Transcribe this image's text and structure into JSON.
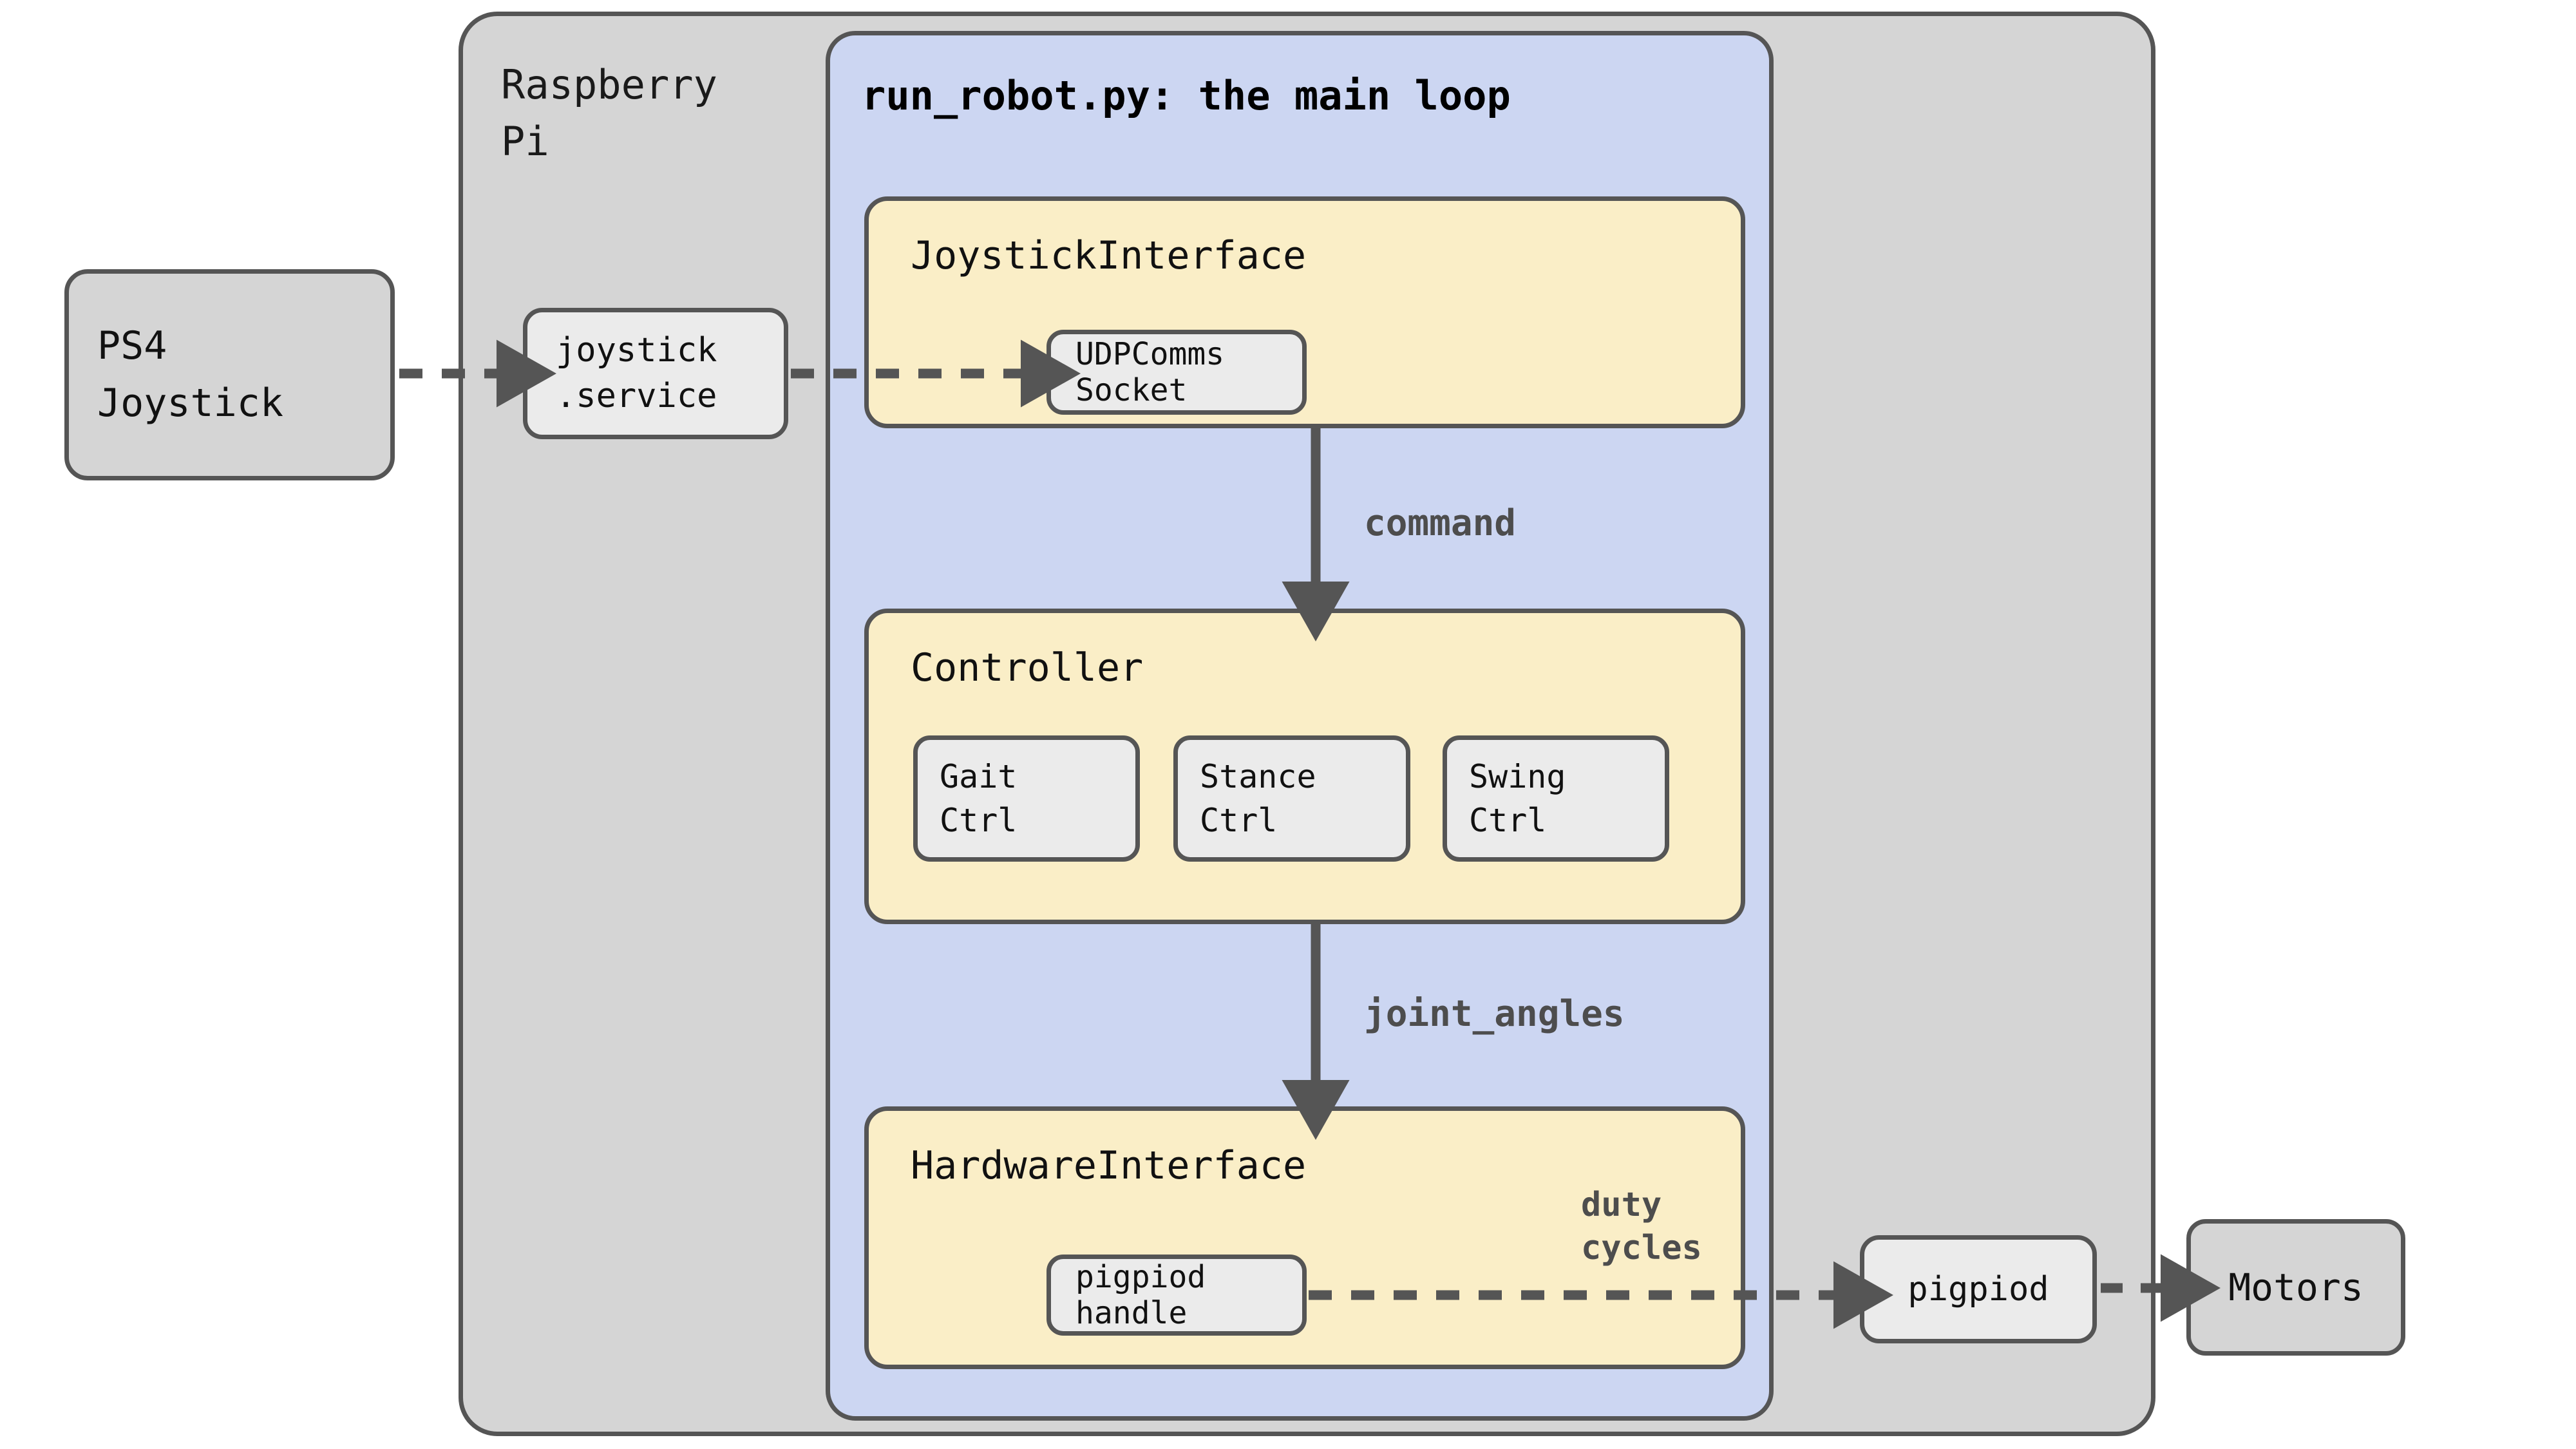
{
  "diagram": {
    "title_text": "run_robot.py: the main loop",
    "pi_label": "Raspberry\nPi",
    "external_nodes": {
      "ps4": "PS4\nJoystick",
      "motors": "Motors"
    },
    "pi_nodes": {
      "joystick_service": "joystick\n.service",
      "pigpiod": "pigpiod"
    },
    "modules": [
      {
        "id": "joystick-interface",
        "title": "JoystickInterface",
        "children": [
          {
            "id": "udp-socket",
            "label": "UDPComms Socket"
          }
        ]
      },
      {
        "id": "controller",
        "title": "Controller",
        "children": [
          {
            "id": "gait-ctrl",
            "label": "Gait\nCtrl"
          },
          {
            "id": "stance-ctrl",
            "label": "Stance\nCtrl"
          },
          {
            "id": "swing-ctrl",
            "label": "Swing\nCtrl"
          }
        ]
      },
      {
        "id": "hardware-interface",
        "title": "HardwareInterface",
        "children": [
          {
            "id": "pigpiod-handle",
            "label": "pigpiod handle"
          }
        ]
      }
    ],
    "edge_labels": {
      "command": "command",
      "joint_angles": "joint_angles",
      "duty_cycles": "duty\ncycles"
    },
    "colors": {
      "container_gray": "#d5d5d5",
      "mainloop_blue": "#ccd6f2",
      "module_yellow": "#faeec7",
      "node_light": "#ebebeb",
      "stroke": "#555555",
      "label_gray": "#4d4d4d",
      "text_black": "#111111"
    }
  }
}
